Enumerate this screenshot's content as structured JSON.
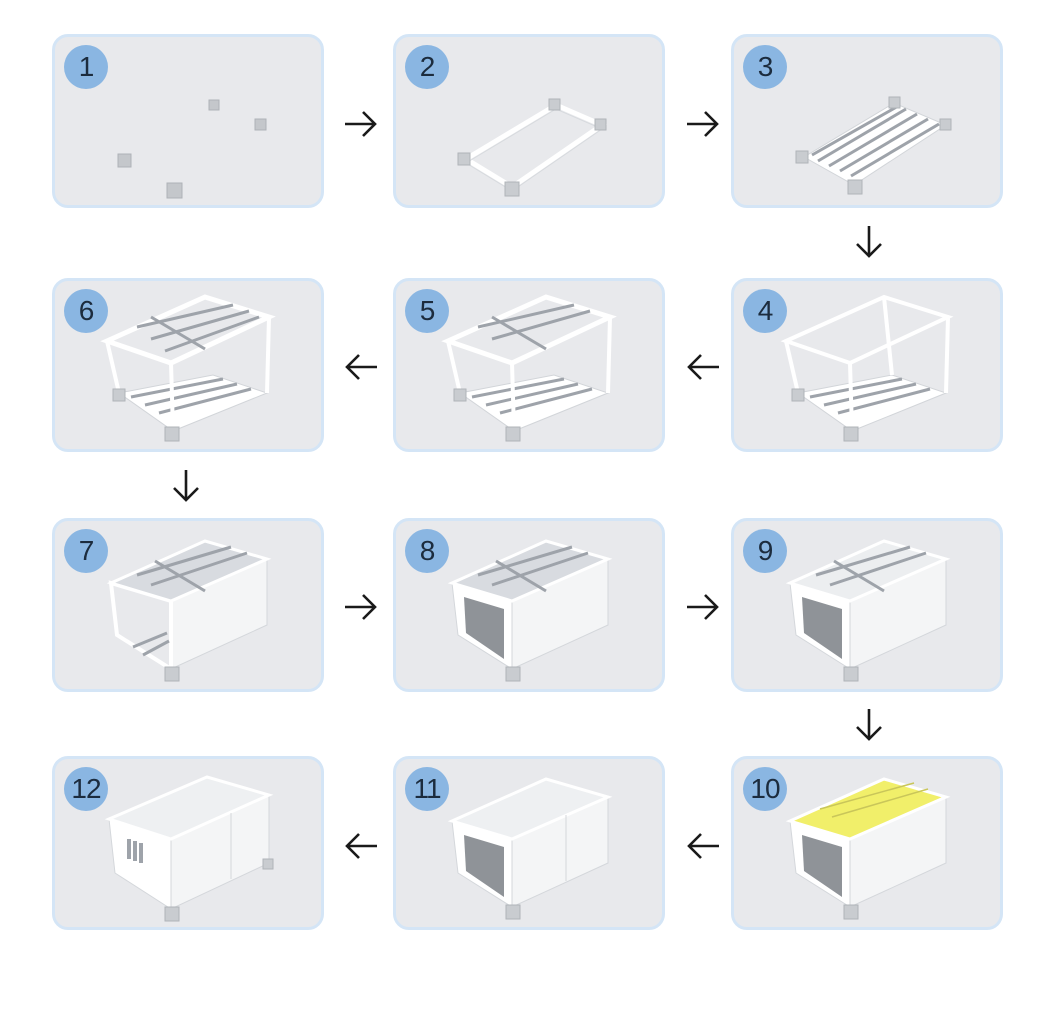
{
  "steps": [
    {
      "number": "1",
      "stage": "corner-blocks"
    },
    {
      "number": "2",
      "stage": "base-frame"
    },
    {
      "number": "3",
      "stage": "floor-joists"
    },
    {
      "number": "4",
      "stage": "columns"
    },
    {
      "number": "5",
      "stage": "roof-frame"
    },
    {
      "number": "6",
      "stage": "roof-frame-complete"
    },
    {
      "number": "7",
      "stage": "side-walls"
    },
    {
      "number": "8",
      "stage": "floor-panel"
    },
    {
      "number": "9",
      "stage": "roof-framing"
    },
    {
      "number": "10",
      "stage": "roof-insulation"
    },
    {
      "number": "11",
      "stage": "roof-panel"
    },
    {
      "number": "12",
      "stage": "end-walls-window"
    }
  ],
  "colors": {
    "panel_bg": "#e8e9ec",
    "panel_border": "#d4e5f6",
    "badge": "#8ab6e2",
    "badge_text": "#1c2c3e",
    "frame_light": "#ffffff",
    "joist": "#9ea3aa",
    "insulation": "#f1ef6a",
    "arrow": "#1a1a1a"
  }
}
